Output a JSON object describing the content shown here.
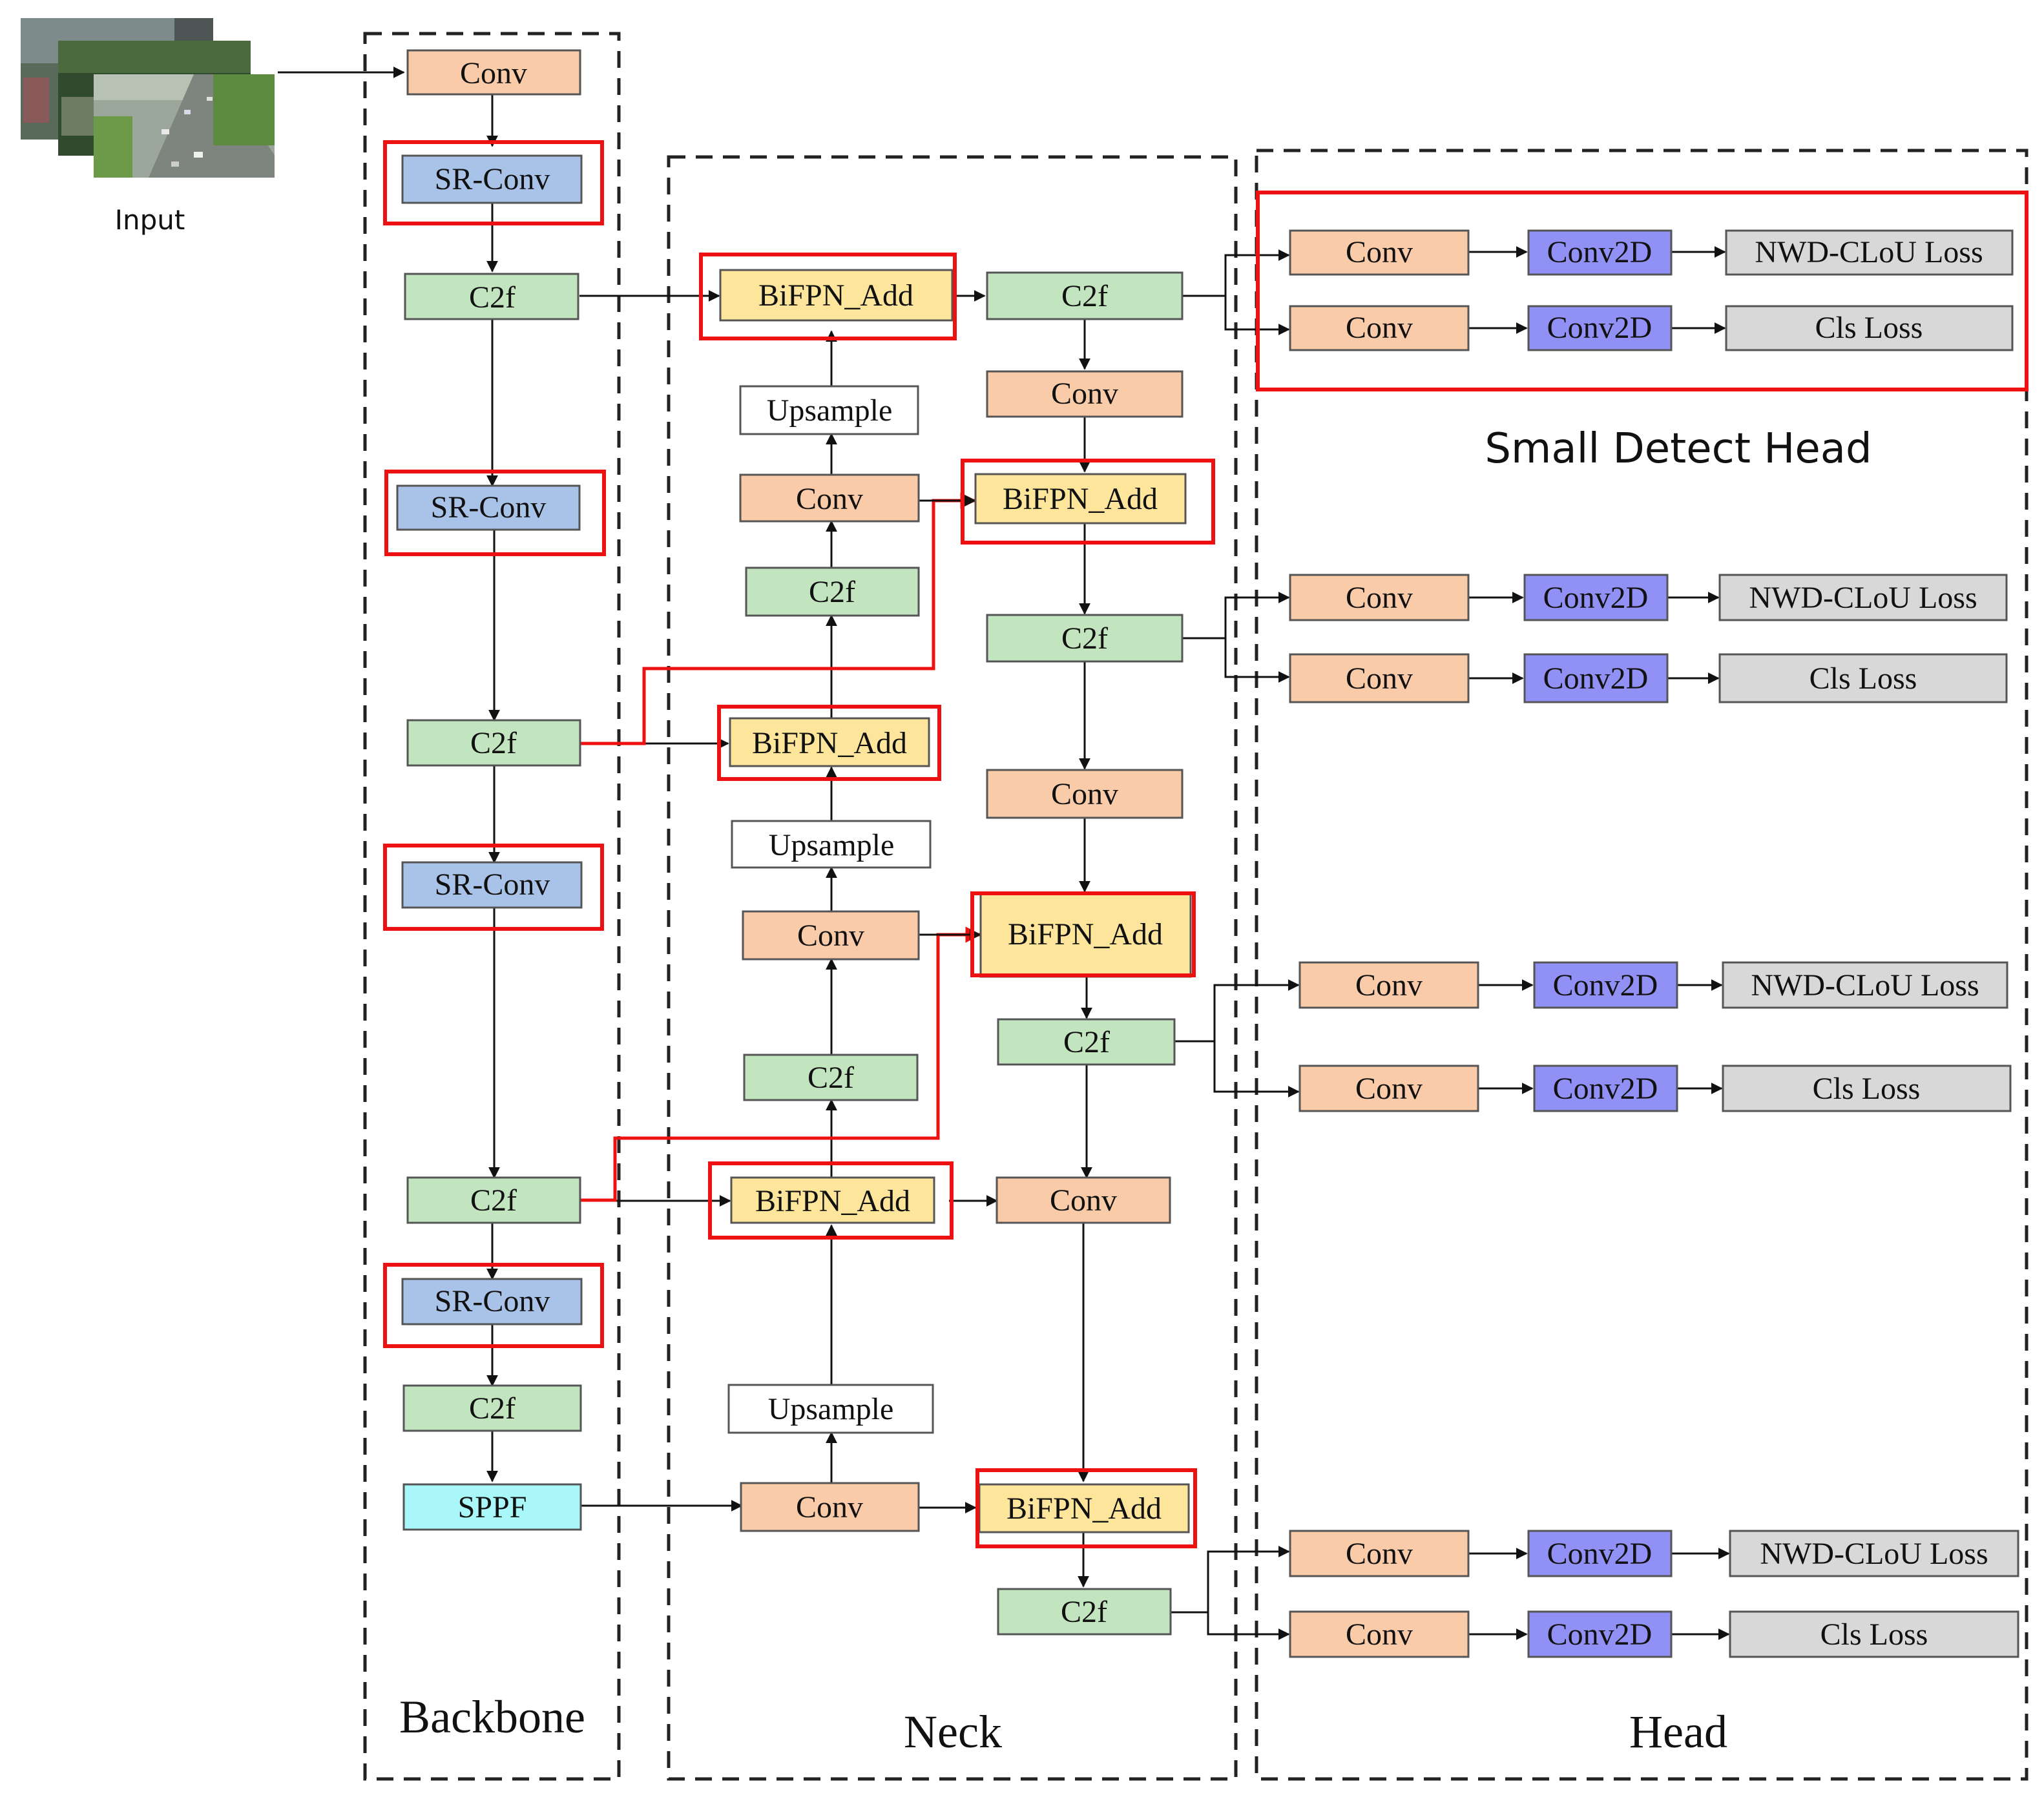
{
  "input": {
    "label": "Input"
  },
  "sections": {
    "backbone": "Backbone",
    "neck": "Neck",
    "head": "Head",
    "small_head": "Small Detect Head"
  },
  "colors": {
    "conv": "#f9cba8",
    "sr_conv": "#a9c2e8",
    "c2f": "#c2e4bf",
    "bifpn": "#fde59b",
    "upsample": "#ffffff",
    "sppf": "#aaf7fa",
    "conv2d": "#9090f5",
    "loss": "#d8d8d8",
    "highlight": "#ee1111",
    "line": "#111111"
  },
  "labels": {
    "conv": "Conv",
    "sr_conv": "SR-Conv",
    "c2f": "C2f",
    "bifpn": "BiFPN_Add",
    "upsample": "Upsample",
    "sppf": "SPPF",
    "conv2d": "Conv2D",
    "nwd_loss": "NWD-CLoU Loss",
    "cls_loss": "Cls Loss"
  },
  "backbone_blocks": [
    "conv",
    "sr_conv",
    "c2f",
    "sr_conv",
    "c2f",
    "sr_conv",
    "c2f",
    "sr_conv",
    "c2f",
    "sppf"
  ],
  "neck_blocks": [
    "bifpn",
    "upsample",
    "conv",
    "c2f",
    "bifpn",
    "upsample",
    "conv",
    "c2f",
    "bifpn",
    "upsample",
    "conv",
    "c2f",
    "conv",
    "bifpn",
    "c2f",
    "conv",
    "bifpn",
    "c2f",
    "conv",
    "bifpn",
    "c2f"
  ],
  "head_rows": [
    [
      "conv",
      "conv2d",
      "nwd_loss"
    ],
    [
      "conv",
      "conv2d",
      "cls_loss"
    ],
    [
      "conv",
      "conv2d",
      "nwd_loss"
    ],
    [
      "conv",
      "conv2d",
      "cls_loss"
    ],
    [
      "conv",
      "conv2d",
      "nwd_loss"
    ],
    [
      "conv",
      "conv2d",
      "cls_loss"
    ],
    [
      "conv",
      "conv2d",
      "nwd_loss"
    ],
    [
      "conv",
      "conv2d",
      "cls_loss"
    ]
  ]
}
